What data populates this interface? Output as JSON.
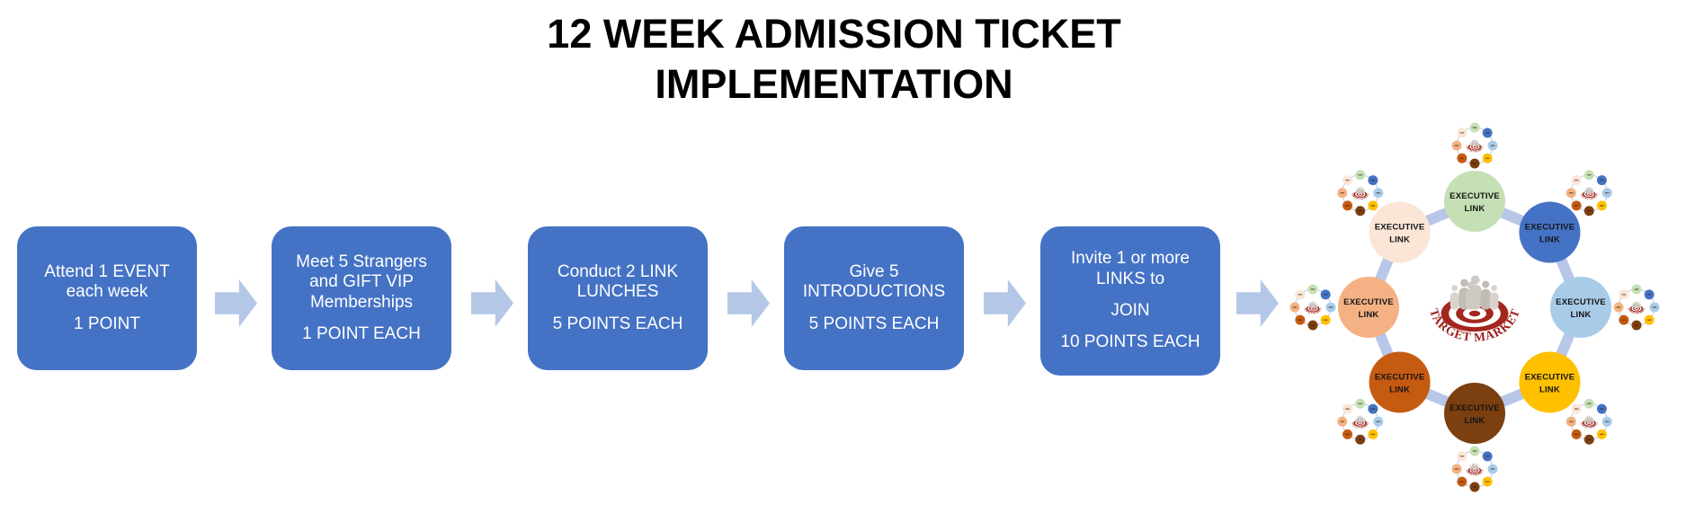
{
  "title": {
    "line1": "12 WEEK ADMISSION TICKET",
    "line2": "IMPLEMENTATION"
  },
  "flow": {
    "box_color": "#4472C4",
    "arrow_color": "#B4C7E7",
    "text_color": "#FFFFFF"
  },
  "steps": [
    {
      "main": "Attend 1 EVENT each week",
      "mid": "",
      "points": "1 POINT"
    },
    {
      "main": "Meet 5 Strangers and GIFT VIP Memberships",
      "mid": "",
      "points": "1 POINT EACH"
    },
    {
      "main": "Conduct 2 LINK LUNCHES",
      "mid": "",
      "points": "5 POINTS EACH"
    },
    {
      "main": "Give 5 INTRODUCTIONS",
      "mid": "",
      "points": "5 POINTS EACH"
    },
    {
      "main": "Invite 1 or more LINKS to",
      "mid": "JOIN",
      "points": "10 POINTS EACH"
    }
  ],
  "network": {
    "node_label_line1": "EXECUTIVE",
    "node_label_line2": "LINK",
    "logo_text": "TARGET  MARKET",
    "ring_color": "#B8C6E8",
    "satellite_ring_color": "#CBD6EF",
    "logo_red": "#A3271D",
    "logo_text_color": "#9C1F1C",
    "nodes": [
      {
        "position": "top",
        "color": "#C5E0B4"
      },
      {
        "position": "upper-right",
        "color": "#4472C4"
      },
      {
        "position": "right",
        "color": "#A8CBE8"
      },
      {
        "position": "lower-right",
        "color": "#FFC000"
      },
      {
        "position": "bottom",
        "color": "#7B3F10"
      },
      {
        "position": "lower-left",
        "color": "#C55A11"
      },
      {
        "position": "left",
        "color": "#F4B183"
      },
      {
        "position": "upper-left",
        "color": "#FBE5D6"
      }
    ]
  }
}
